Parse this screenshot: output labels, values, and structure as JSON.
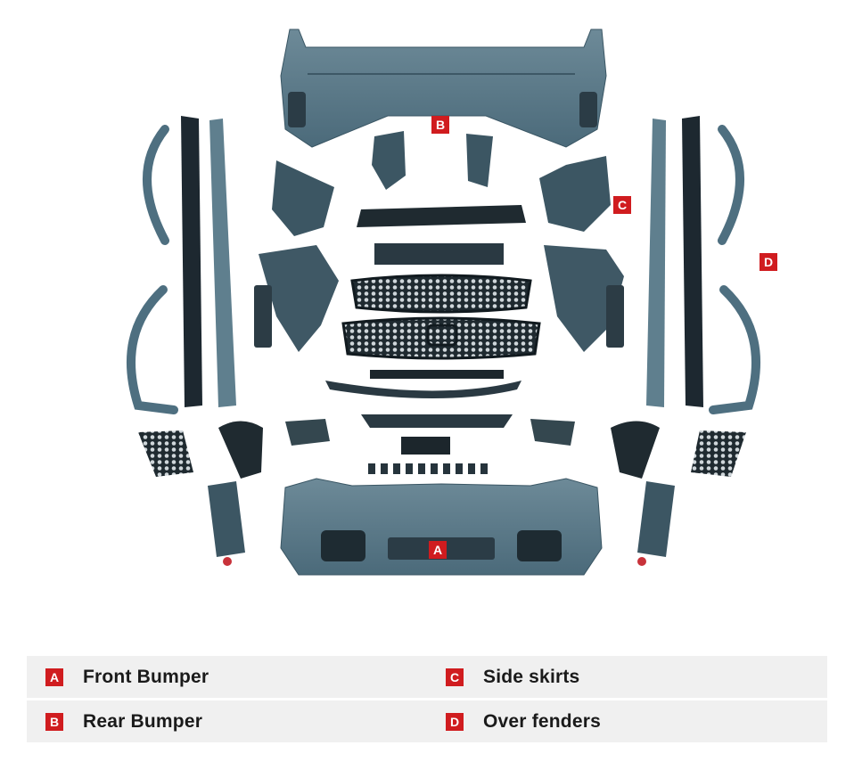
{
  "image": {
    "subject": "body-kit-parts-photo",
    "parts_color": "#4e6f80"
  },
  "callouts": {
    "a": "A",
    "b": "B",
    "c": "C",
    "d": "D"
  },
  "legend": {
    "rows": [
      [
        {
          "badge": "A",
          "label": "Front Bumper"
        },
        {
          "badge": "C",
          "label": "Side skirts"
        }
      ],
      [
        {
          "badge": "B",
          "label": "Rear Bumper"
        },
        {
          "badge": "D",
          "label": "Over fenders"
        }
      ]
    ]
  },
  "colors": {
    "badge": "#d01c1f",
    "legend_bg": "#f0f0f0"
  }
}
